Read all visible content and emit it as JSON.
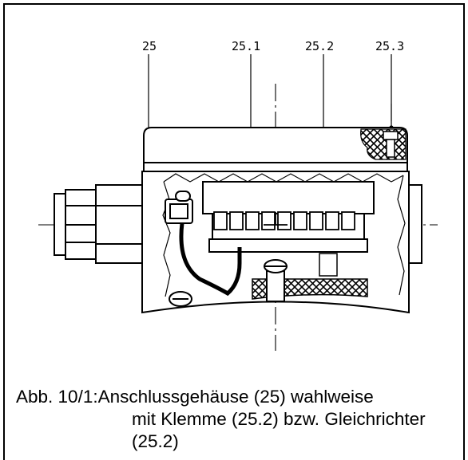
{
  "callouts": {
    "c25": "25",
    "c251": "25.1",
    "c252": "25.2",
    "c253": "25.3"
  },
  "caption": {
    "prefix": "Abb. 10/1:",
    "line1": "Anschlussgehäuse (25) wahlweise",
    "line2": "mit Klemme (25.2) bzw. Gleichrichter",
    "line3": "(25.2)"
  }
}
